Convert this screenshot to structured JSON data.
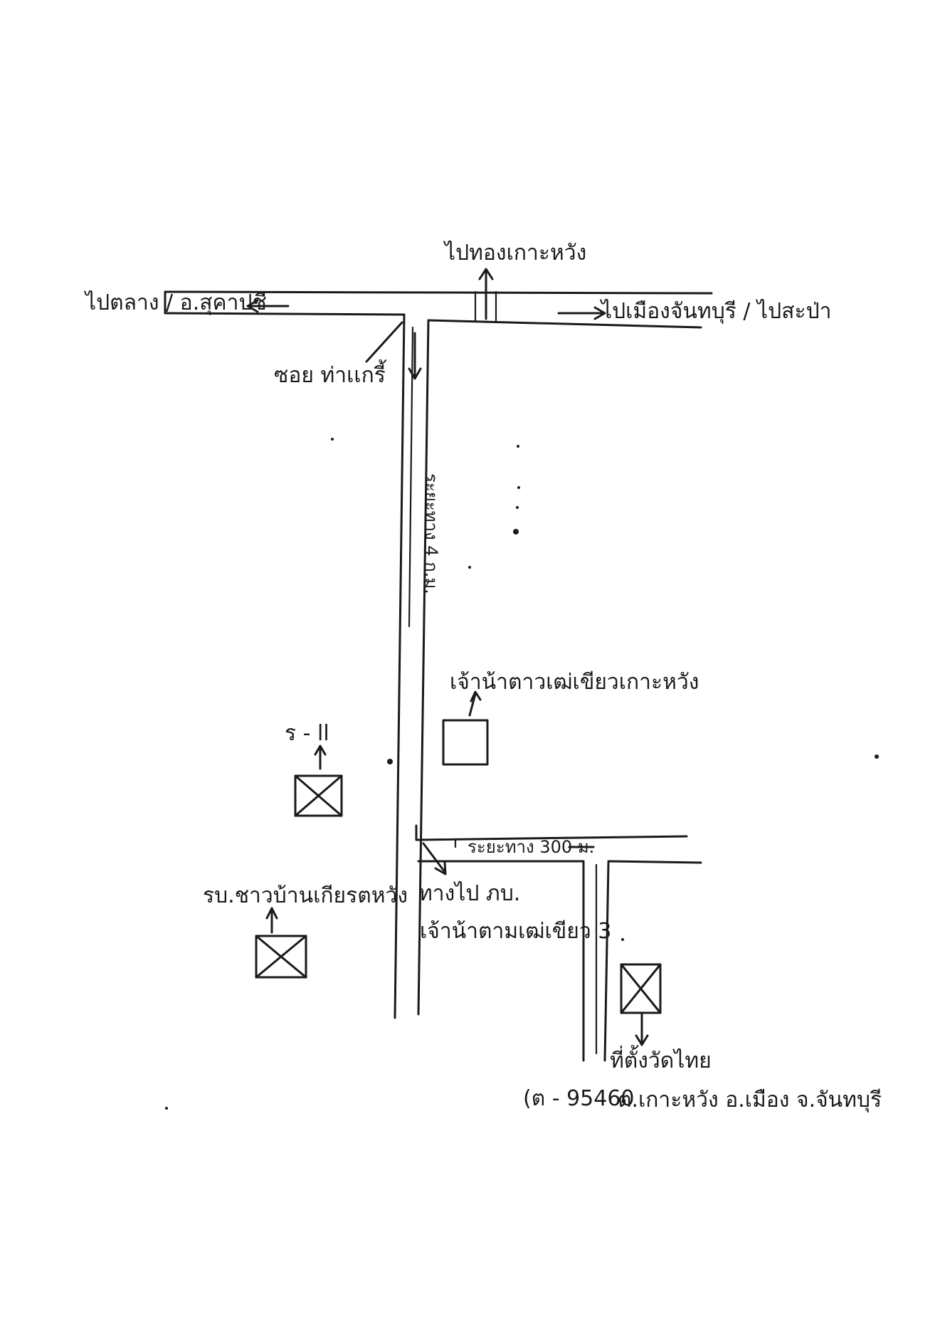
{
  "labels": {
    "to_north": "ไปทองเกาะหวัง",
    "to_west": "ไปตลาง / อ.สุคาปชี",
    "to_east": "ไปเมืองจันทบุรี / ไปสะป่า",
    "soi": "ซอย ท่าเเกรี้",
    "main_road": "ระยะทาง 4 ก.ม.",
    "shrine1": "เจ้าน้าตาวเฒ่เขียวเกาะหวัง",
    "village_house": "ร - ll",
    "school": "รบ.ชาวบ้านเกียรตหวัง",
    "branch_dist": "ระยะทาง 300 ม.",
    "road_to": "ทางไป ภบ.",
    "shrine2": "เจ้าน้าตามเฒ่เขียว 3",
    "destination": "ที่ตั้งวัดไทย",
    "address_code": "(ต - 95460",
    "address": "ต.เกาะหวัง อ.เมือง จ.จันทบุรี"
  }
}
